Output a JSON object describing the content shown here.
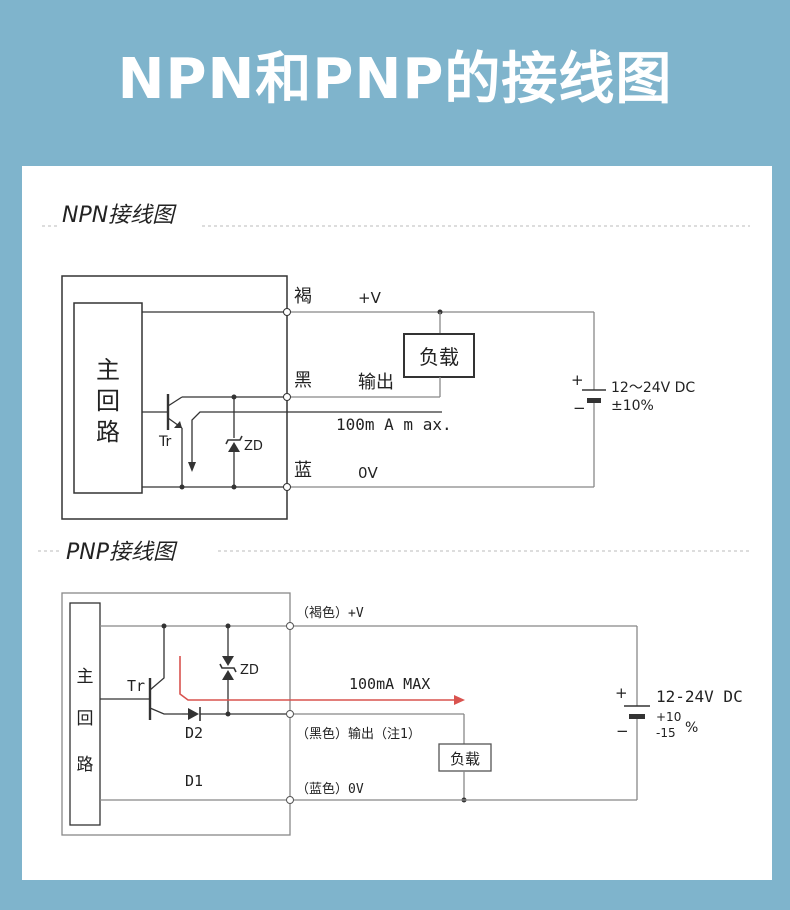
{
  "header": {
    "title": "NPN和PNP的接线图"
  },
  "npn": {
    "section_title": "NPN接线图",
    "main_circuit": [
      "主",
      "回",
      "路"
    ],
    "transistor": "Tr",
    "zener": "ZD",
    "wires": {
      "brown": "褐",
      "black": "黑",
      "blue": "蓝"
    },
    "plus_v": "+V",
    "output": "输出",
    "zero_v": "0V",
    "current": "100m A m ax.",
    "load": "负载",
    "battery": {
      "plus": "+",
      "minus": "−",
      "voltage": "12～24V  DC",
      "tolerance": "±10%"
    }
  },
  "pnp": {
    "section_title": "PNP接线图",
    "main_circuit": [
      "主",
      "回",
      "路"
    ],
    "transistor": "Tr",
    "zener": "ZD",
    "diode2": "D2",
    "diode1": "D1",
    "brown_line": "（褐色）+V",
    "black_line": "（黑色）输出（注1）",
    "blue_line": "（蓝色）0V",
    "current": "100mA  MAX",
    "load": "负载",
    "battery": {
      "plus": "+",
      "minus": "−",
      "voltage": "12-24V  DC",
      "tol_plus": "+10",
      "tol_minus": "-15",
      "tol_unit": "%"
    }
  },
  "colors": {
    "background": "#7fb4cc",
    "panel": "#ffffff",
    "line": "#888888",
    "arrow": "#d9534f"
  }
}
